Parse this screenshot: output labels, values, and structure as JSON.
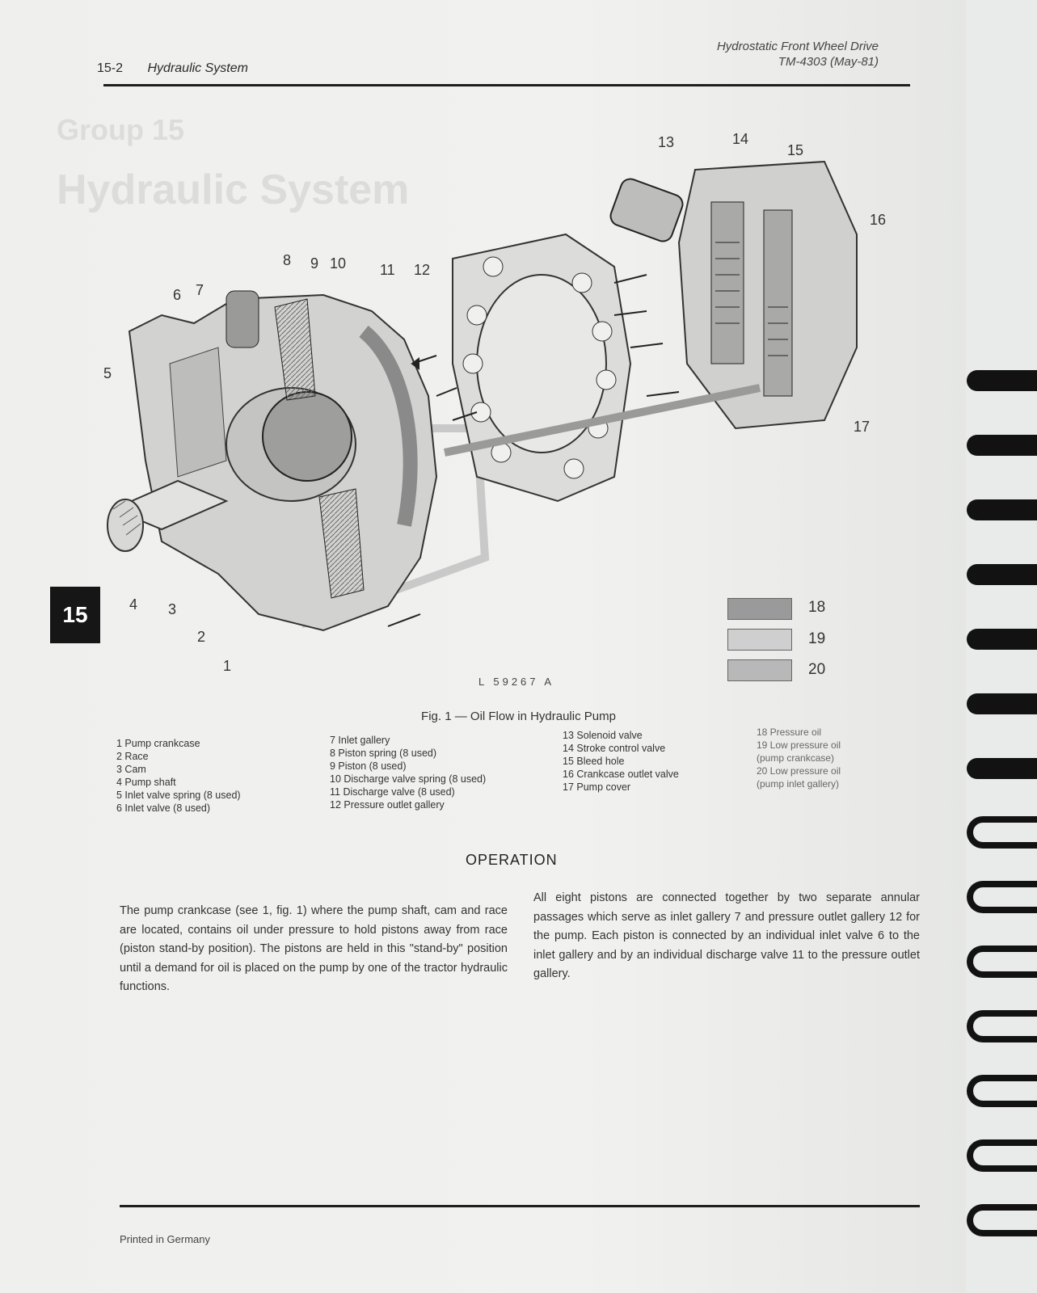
{
  "header": {
    "page_number": "15-2",
    "section": "Hydraulic System",
    "manual_title": "Hydrostatic Front Wheel Drive",
    "manual_code": "TM-4303 (May-81)"
  },
  "group_tab": "15",
  "figure": {
    "callouts": [
      "1",
      "2",
      "3",
      "4",
      "5",
      "6",
      "7",
      "8",
      "9",
      "10",
      "11",
      "12",
      "13",
      "14",
      "15",
      "16",
      "17"
    ],
    "legend_numbers": [
      "18",
      "19",
      "20"
    ],
    "image_code": "L 59267 A",
    "caption": "Fig. 1 — Oil Flow in Hydraulic Pump"
  },
  "parts_list": {
    "col1": [
      "1  Pump crankcase",
      "2  Race",
      "3  Cam",
      "4  Pump shaft",
      "5  Inlet valve spring (8 used)",
      "6  Inlet valve (8 used)"
    ],
    "col2": [
      "7  Inlet gallery",
      "8  Piston spring (8 used)",
      "9  Piston (8 used)",
      "10  Discharge valve spring (8 used)",
      "11  Discharge valve (8 used)",
      "12  Pressure outlet gallery"
    ],
    "col3": [
      "13  Solenoid valve",
      "14  Stroke control valve",
      "15  Bleed hole",
      "16  Crankcase outlet valve",
      "17  Pump cover"
    ],
    "col4": [
      "18  Pressure oil",
      "19  Low pressure oil",
      "      (pump crankcase)",
      "20  Low pressure oil",
      "      (pump inlet gallery)"
    ]
  },
  "operation": {
    "title": "OPERATION",
    "left_paragraph": "The pump crankcase (see 1, fig. 1) where the pump shaft, cam and race are located, contains oil under pressure to hold pistons away from race (piston stand-by position). The pistons are held in this \"stand-by\" position until a demand for oil is placed on the pump by one of the tractor hydraulic functions.",
    "right_paragraph": "All eight pistons are connected together by two separate annular passages which serve as inlet gallery 7 and pressure outlet gallery 12 for the pump. Each piston is connected by an individual inlet valve 6 to the inlet gallery and by an individual discharge valve 11 to the pressure outlet gallery."
  },
  "footer": "Printed in Germany",
  "colors": {
    "pressure_oil": "#9a9a9a",
    "low_pressure_crankcase": "#cfcfcf",
    "low_pressure_inlet": "#b8b8b8"
  }
}
